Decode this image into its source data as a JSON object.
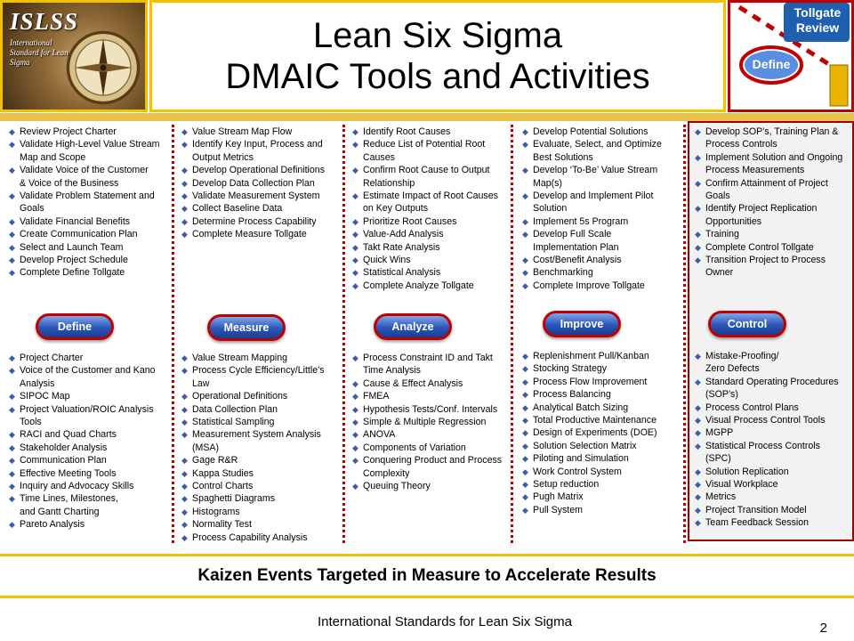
{
  "header": {
    "logo_title": "ISLSS",
    "logo_subtitle": "International Standard for Lean Six Sigma",
    "title_line1": "Lean Six Sigma",
    "title_line2": "DMAIC Tools and Activities",
    "tollgate_title": "Tollgate\nReview",
    "tollgate_button": "Define"
  },
  "phases": [
    {
      "name": "Define",
      "activities": [
        "Review Project Charter",
        "Validate High-Level Value Stream Map and Scope",
        "Validate Voice of the Customer\n& Voice of the Business",
        "Validate Problem Statement and Goals",
        "Validate Financial Benefits",
        "Create Communication Plan",
        "Select and Launch Team",
        "Develop Project Schedule",
        "Complete Define Tollgate"
      ],
      "tools": [
        "Project Charter",
        "Voice of the Customer and Kano Analysis",
        "SIPOC Map",
        "Project Valuation/ROIC Analysis Tools",
        "RACI and Quad Charts",
        "Stakeholder Analysis",
        "Communication Plan",
        "Effective Meeting Tools",
        "Inquiry and Advocacy Skills",
        "Time Lines, Milestones,\nand Gantt Charting",
        "Pareto Analysis"
      ]
    },
    {
      "name": "Measure",
      "activities": [
        "Value Stream Map Flow",
        "Identify Key Input, Process and Output Metrics",
        "Develop Operational Definitions",
        "Develop Data Collection Plan",
        "Validate Measurement System",
        "Collect Baseline Data",
        "Determine Process Capability",
        "Complete Measure Tollgate"
      ],
      "tools": [
        "Value Stream Mapping",
        "Process Cycle Efficiency/Little’s Law",
        "Operational Definitions",
        "Data Collection Plan",
        "Statistical Sampling",
        "Measurement System Analysis (MSA)",
        "Gage R&R",
        "Kappa Studies",
        "Control Charts",
        "Spaghetti Diagrams",
        "Histograms",
        "Normality Test",
        "Process Capability Analysis"
      ]
    },
    {
      "name": "Analyze",
      "activities": [
        "Identify Root Causes",
        "Reduce List of Potential Root Causes",
        "Confirm Root Cause to Output Relationship",
        "Estimate Impact of Root Causes on Key Outputs",
        "Prioritize Root Causes",
        "Value-Add Analysis",
        "Takt Rate Analysis",
        "Quick Wins",
        "Statistical Analysis",
        "Complete Analyze Tollgate"
      ],
      "tools": [
        "Process Constraint ID and Takt Time Analysis",
        "Cause & Effect Analysis",
        "FMEA",
        "Hypothesis Tests/Conf. Intervals",
        "Simple & Multiple Regression",
        "ANOVA",
        "Components of Variation",
        "Conquering Product and Process Complexity",
        "Queuing Theory"
      ]
    },
    {
      "name": "Improve",
      "activities": [
        "Develop Potential Solutions",
        "Evaluate, Select, and Optimize Best Solutions",
        "Develop ‘To-Be’ Value Stream Map(s)",
        "Develop and Implement Pilot Solution",
        "Implement 5s Program",
        "Develop Full Scale Implementation Plan",
        "Cost/Benefit Analysis",
        "Benchmarking",
        "Complete Improve Tollgate"
      ],
      "tools": [
        "Replenishment Pull/Kanban",
        "Stocking Strategy",
        "Process Flow Improvement",
        "Process Balancing",
        "Analytical Batch Sizing",
        "Total Productive Maintenance",
        "Design of Experiments (DOE)",
        "Solution Selection Matrix",
        "Piloting and Simulation",
        "Work Control System",
        "Setup reduction",
        "Pugh Matrix",
        "Pull System"
      ]
    },
    {
      "name": "Control",
      "activities": [
        "Develop SOP’s, Training Plan & Process Controls",
        "Implement Solution and Ongoing Process Measurements",
        "Confirm Attainment of Project Goals",
        "Identify Project Replication Opportunities",
        "Training",
        "Complete Control Tollgate",
        "Transition Project to Process Owner"
      ],
      "tools": [
        "Mistake-Proofing/\nZero Defects",
        "Standard Operating Procedures (SOP’s)",
        "Process Control Plans",
        "Visual Process Control Tools",
        "MGPP",
        "Statistical Process Controls (SPC)",
        "Solution Replication",
        "Visual Workplace",
        "Metrics",
        "Project Transition Model",
        "Team Feedback Session"
      ]
    }
  ],
  "kaizen_banner": "Kaizen Events Targeted in Measure to Accelerate Results",
  "footer": {
    "text": "International Standards for Lean Six Sigma",
    "page_number": "2"
  },
  "colors": {
    "gold": "#f2c200",
    "red_divider": "#c00000",
    "pill_blue": "#2a55b8",
    "bullet_blue": "#3a5fa8"
  }
}
